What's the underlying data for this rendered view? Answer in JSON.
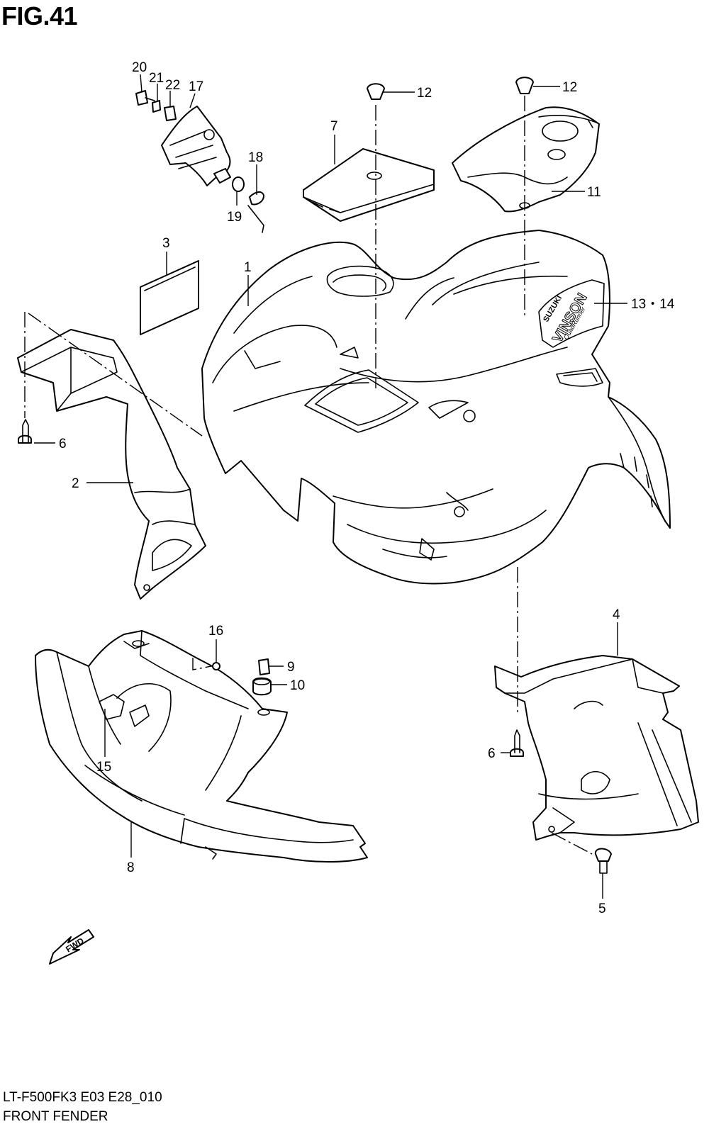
{
  "figure": {
    "title": "FIG.41",
    "footer_code": "LT-F500FK3 E03 E28_010",
    "footer_name": "FRONT FENDER",
    "fwd_label": "FWD",
    "decal_text": [
      "SUZUKI",
      "VINSON",
      "QuadRunner"
    ]
  },
  "callouts": [
    {
      "id": "c20",
      "text": "20"
    },
    {
      "id": "c21",
      "text": "21"
    },
    {
      "id": "c22",
      "text": "22"
    },
    {
      "id": "c17",
      "text": "17"
    },
    {
      "id": "c18",
      "text": "18"
    },
    {
      "id": "c19",
      "text": "19"
    },
    {
      "id": "c7",
      "text": "7"
    },
    {
      "id": "c12a",
      "text": "12"
    },
    {
      "id": "c12b",
      "text": "12"
    },
    {
      "id": "c11",
      "text": "11"
    },
    {
      "id": "c3",
      "text": "3"
    },
    {
      "id": "c1",
      "text": "1"
    },
    {
      "id": "c1314",
      "text": "13・14"
    },
    {
      "id": "c6a",
      "text": "6"
    },
    {
      "id": "c2",
      "text": "2"
    },
    {
      "id": "c16",
      "text": "16"
    },
    {
      "id": "c9",
      "text": "9"
    },
    {
      "id": "c10",
      "text": "10"
    },
    {
      "id": "c4",
      "text": "4"
    },
    {
      "id": "c15",
      "text": "15"
    },
    {
      "id": "c6b",
      "text": "6"
    },
    {
      "id": "c8",
      "text": "8"
    },
    {
      "id": "c5",
      "text": "5"
    }
  ]
}
